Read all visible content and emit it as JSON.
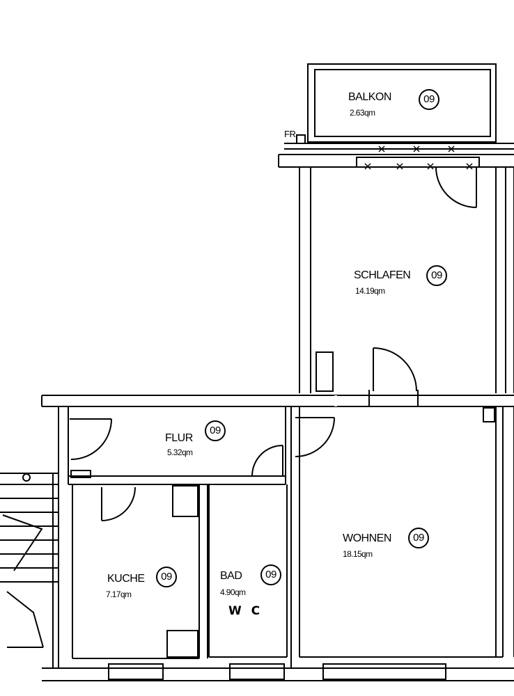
{
  "rooms": {
    "balkon": {
      "name": "BALKON",
      "area": "2.63qm",
      "unit": "09"
    },
    "schlafen": {
      "name": "SCHLAFEN",
      "area": "14.19qm",
      "unit": "09"
    },
    "flur": {
      "name": "FLUR",
      "area": "5.32qm",
      "unit": "09"
    },
    "kueche": {
      "name": "KUCHE",
      "area": "7.17qm",
      "unit": "09"
    },
    "bad": {
      "name": "BAD",
      "area": "4.90qm",
      "unit": "09",
      "note": "W C"
    },
    "wohnen": {
      "name": "WOHNEN",
      "area": "18.15qm",
      "unit": "09"
    }
  },
  "annotations": {
    "fr": "FR"
  }
}
